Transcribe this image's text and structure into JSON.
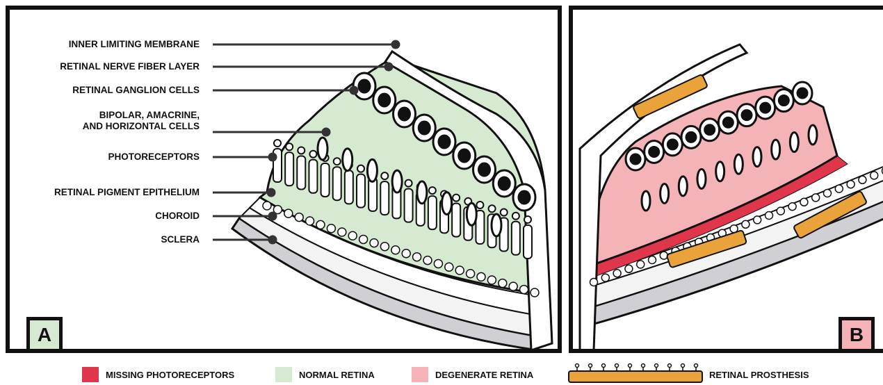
{
  "panel_a": {
    "tag": "A",
    "labels": [
      "INNER LIMITING MEMBRANE",
      "RETINAL NERVE FIBER LAYER",
      "RETINAL GANGLION CELLS",
      "BIPOLAR, AMACRINE,\nAND HORIZONTAL CELLS",
      "PHOTORECEPTORS",
      "RETINAL PIGMENT EPITHELIUM",
      "CHOROID",
      "SCLERA"
    ]
  },
  "panel_b": {
    "tag": "B"
  },
  "legend": {
    "missing": "MISSING PHOTORECEPTORS",
    "normal": "NORMAL RETINA",
    "degenerate": "DEGENERATE RETINA",
    "prosthesis": "RETINAL PROSTHESIS"
  },
  "colors": {
    "missing": "#e0364b",
    "normal": "#d5ead0",
    "degenerate": "#f4b3b7",
    "prosthesis": "#e9a33a",
    "sclera": "#cfcfd4",
    "outline": "#111111"
  }
}
